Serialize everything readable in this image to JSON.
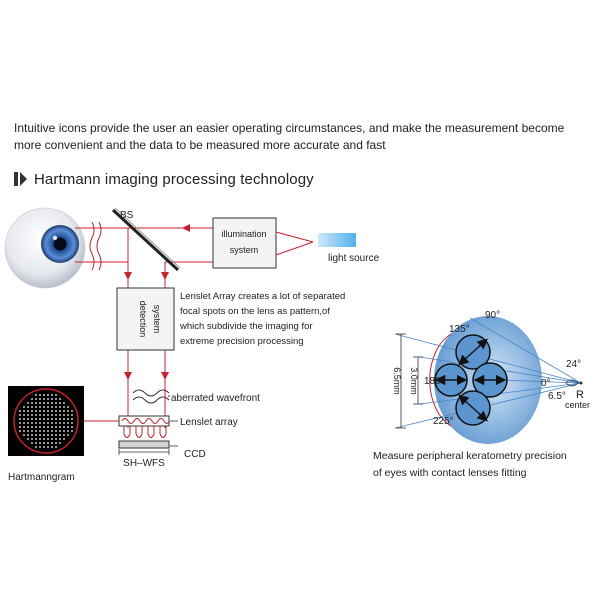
{
  "intro_text": "Intuitive icons provide the user an easier operating circumstances, and make the measurement become more convenient and the data to be measured more accurate and fast",
  "section_title": "Hartmann imaging processing technology",
  "optics": {
    "bs_label": "BS",
    "illumination_line1": "illumination",
    "illumination_line2": "system",
    "light_source_label": "light source",
    "detection_line1": "detection",
    "detection_line2": "system",
    "lenslet_desc": [
      "Lenslet Array creates a lot of separated",
      "focal spots on the lens as pattern,of",
      "which subdivide the imaging for",
      "extreme precision processing"
    ],
    "aberrated_label": "aberrated wavefront",
    "lenslet_array_label": "Lenslet array",
    "ccd_label": "CCD",
    "shwfs_label": "SH–WFS",
    "hartmanngram_label": "Hartmanngram"
  },
  "keratometry": {
    "angle_90": "90°",
    "angle_135": "135°",
    "angle_180": "180°",
    "angle_225": "225°",
    "angle_24": "24°",
    "angle_0": "0°",
    "angle_6_5": "6.5°",
    "dim_6_5mm": "6.5mm",
    "dim_3_0mm": "3.0mm",
    "r_label": "R",
    "center_label": "center",
    "caption_line1": "Measure peripheral keratometry precision",
    "caption_line2": "of eyes with contact lenses fitting"
  },
  "colors": {
    "ray_red": "#c8202c",
    "eye_blue": "#3a78c8",
    "dim_blue": "#4a86c8"
  }
}
